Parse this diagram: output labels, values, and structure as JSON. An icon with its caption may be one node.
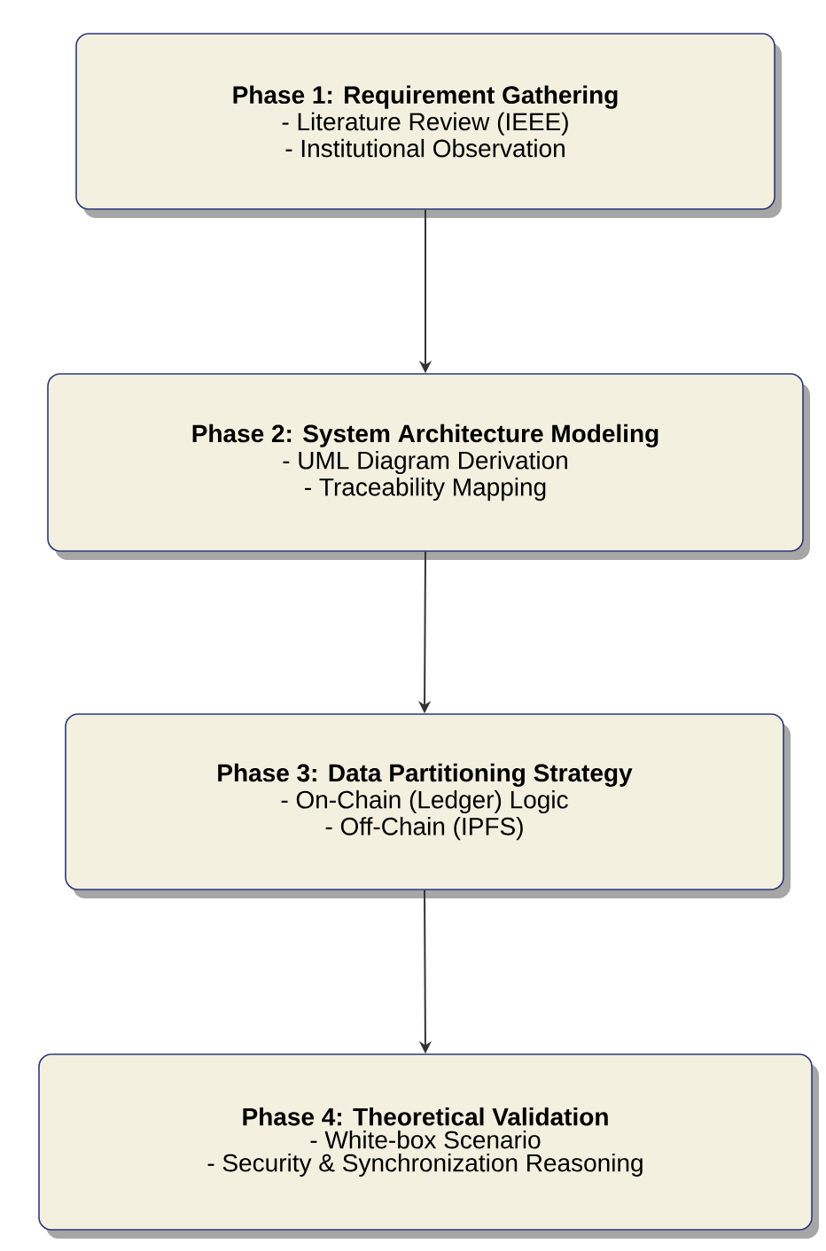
{
  "diagram": {
    "nodes": [
      {
        "text": [
          "Phase 1: Requirement Gathering",
          "- Literature Review (IEEE)",
          "- Institutional Observation"
        ]
      },
      {
        "text": [
          "Phase 2: System Architecture Modeling",
          "- UML Diagram Derivation",
          "- Traceability Mapping"
        ]
      },
      {
        "text": [
          "Phase 3: Data Partitioning Strategy",
          "- On-Chain (Ledger) Logic",
          "- Off-Chain (IPFS)"
        ]
      },
      {
        "text": [
          "Phase 4: Theoretical Validation",
          "- White-box Scenario",
          "- Security & Synchronization Reasoning"
        ]
      }
    ],
    "edges": [
      {
        "from": 0,
        "to": 1,
        "arrow": "to"
      },
      {
        "from": 1,
        "to": 2,
        "arrow": "to"
      },
      {
        "from": 2,
        "to": 3,
        "arrow": "to"
      }
    ]
  }
}
